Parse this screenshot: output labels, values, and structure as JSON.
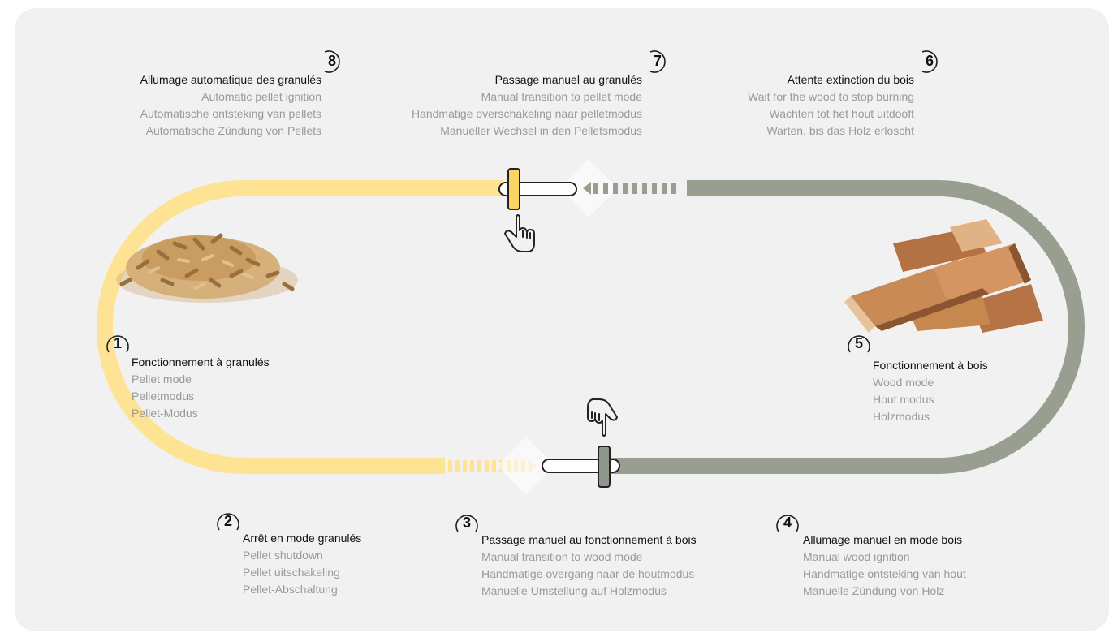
{
  "colors": {
    "panel_bg": "#f1f1f1",
    "pellet_yellow": "#fde393",
    "wood_green": "#989e90",
    "title_text": "#111111",
    "sub_text": "#9a9a9a"
  },
  "steps": [
    {
      "number": "1",
      "title": "Fonctionnement à granulés",
      "lines": [
        "Pellet mode",
        "Pelletmodus",
        "Pellet-Modus"
      ]
    },
    {
      "number": "2",
      "title": "Arrêt en mode granulés",
      "lines": [
        "Pellet shutdown",
        "Pellet uitschakeling",
        "Pellet-Abschaltung"
      ]
    },
    {
      "number": "3",
      "title": "Passage manuel au fonctionnement à bois",
      "lines": [
        "Manual transition to wood mode",
        "Handmatige overgang naar de houtmodus",
        "Manuelle Umstellung auf Holzmodus"
      ]
    },
    {
      "number": "4",
      "title": "Allumage manuel en mode bois",
      "lines": [
        "Manual wood ignition",
        "Handmatige ontsteking van hout",
        "Manuelle Zündung von Holz"
      ]
    },
    {
      "number": "5",
      "title": "Fonctionnement à bois",
      "lines": [
        "Wood mode",
        "Hout modus",
        "Holzmodus"
      ]
    },
    {
      "number": "6",
      "title": "Attente extinction du bois",
      "lines": [
        "Wait for the wood to stop burning",
        "Wachten tot het hout uitdooft",
        "Warten, bis das Holz erloscht"
      ]
    },
    {
      "number": "7",
      "title": "Passage manuel au granulés",
      "lines": [
        "Manual transition to pellet mode",
        "Handmatige overschakeling naar pelletmodus",
        "Manueller Wechsel in den Pelletsmodus"
      ]
    },
    {
      "number": "8",
      "title": "Allumage automatique des granulés",
      "lines": [
        "Automatic pellet ignition",
        "Automatische ontsteking van pellets",
        "Automatische Zündung von Pellets"
      ]
    }
  ],
  "icons": {
    "top_hand": "pointing-hand-up-icon",
    "bottom_hand": "pointing-hand-down-icon",
    "top_lever": "lever-icon-pellet",
    "bottom_lever": "lever-icon-wood"
  }
}
